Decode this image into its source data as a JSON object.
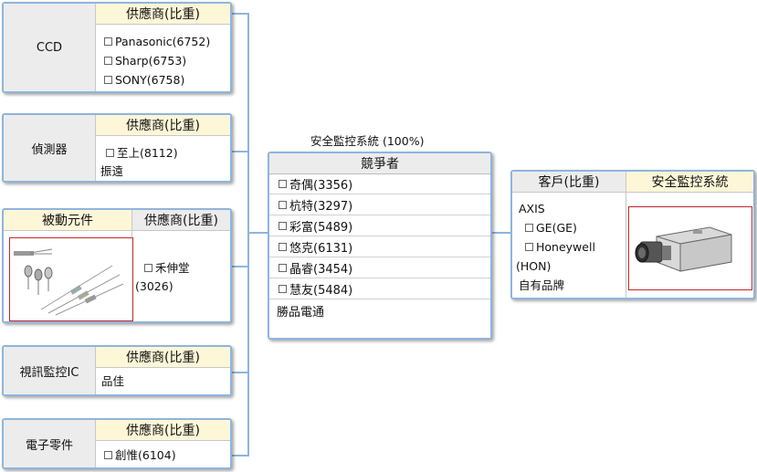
{
  "left_boxes": {
    "ccd": {
      "title": "CCD",
      "supplier_header": "供應商(比重)",
      "items": [
        "Panasonic(6752)",
        "Sharp(6753)",
        "SONY(6758)"
      ]
    },
    "detector": {
      "title": "偵測器",
      "supplier_header": "供應商(比重)",
      "items": [
        "至上(8112)"
      ],
      "plain_items": [
        "振遠"
      ]
    },
    "passive": {
      "title": "被動元件",
      "supplier_header": "供應商(比重)",
      "items": [
        "禾伸堂"
      ],
      "item_suffix": "(3026)"
    },
    "video_ic": {
      "title": "視訊監控IC",
      "supplier_header": "供應商(比重)",
      "plain_items": [
        "品佳"
      ]
    },
    "electronic": {
      "title": "電子零件",
      "supplier_header": "供應商(比重)",
      "items": [
        "創惟(6104)"
      ]
    }
  },
  "center": {
    "title": "安全監控系統 (100%)",
    "header": "競爭者",
    "items": [
      "奇偶(3356)",
      "杭特(3297)",
      "彩富(5489)",
      "悠克(6131)",
      "晶睿(3454)",
      "慧友(5484)"
    ],
    "plain_items": [
      "勝品電通"
    ]
  },
  "customer": {
    "header": "客戶(比重)",
    "product_header": "安全監控系統",
    "lines": [
      "AXIS"
    ],
    "items": [
      "GE(GE)",
      "Honeywell"
    ],
    "lines2": [
      "(HON)",
      "自有品牌"
    ]
  },
  "colors": {
    "border": "#8fb5dd",
    "supplier_header_bg": "#fdf7d8",
    "title_bg": "#ececec",
    "image_frame": "#c0282d"
  }
}
